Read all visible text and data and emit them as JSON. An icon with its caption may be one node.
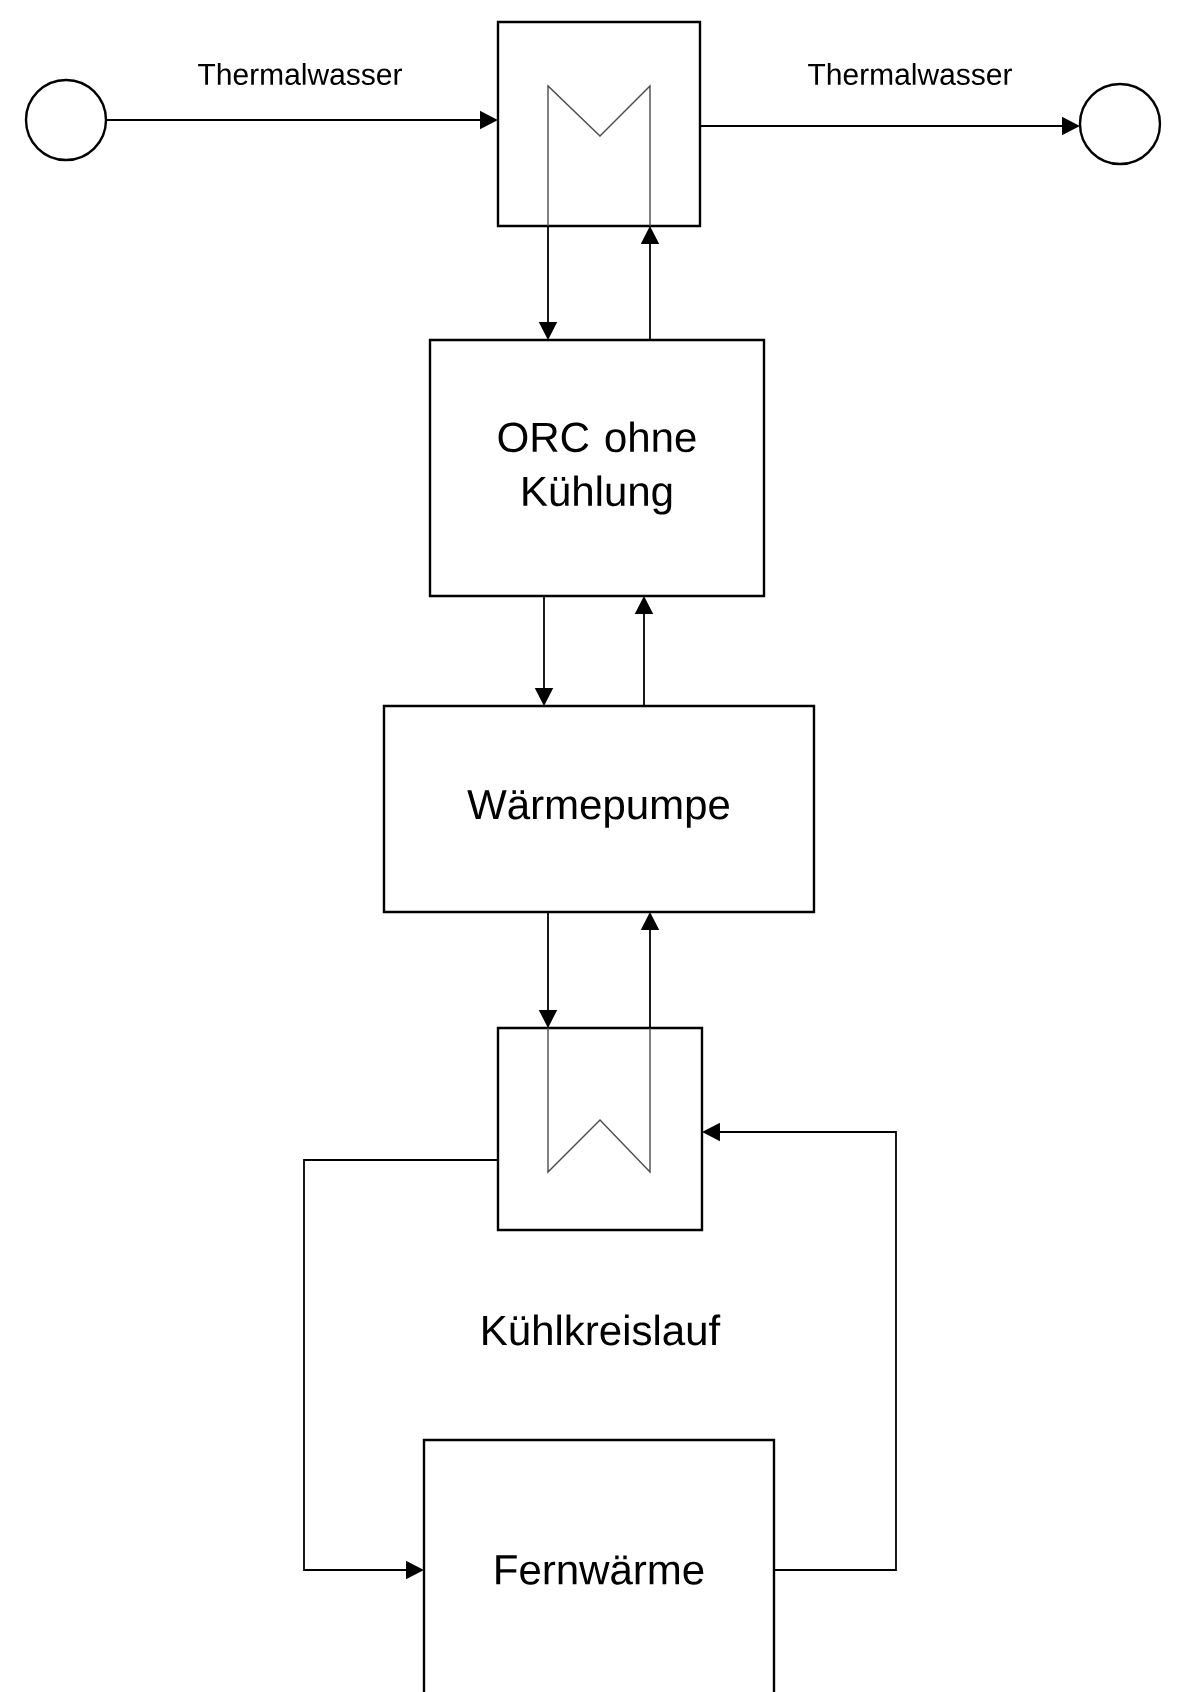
{
  "diagram": {
    "nodes": [
      {
        "text": [],
        "shape": "circle"
      },
      {
        "text": [],
        "shape": "box"
      },
      {
        "text": [],
        "shape": "circle"
      },
      {
        "text": [
          "ORC ohne Kühlung"
        ]
      },
      {
        "text": [
          "Wärmepumpe"
        ]
      },
      {
        "text": [],
        "shape": "box"
      },
      {
        "text": [
          "Fernwärme"
        ]
      }
    ],
    "edges": [
      {
        "from": 0,
        "to": 1,
        "arrow": "to",
        "label": "Thermalwasser"
      },
      {
        "from": 1,
        "to": 2,
        "arrow": "to",
        "label": "Thermalwasser"
      },
      {
        "from": 1,
        "to": 3,
        "arrow": "to"
      },
      {
        "from": 3,
        "to": 1,
        "arrow": "to"
      },
      {
        "from": 3,
        "to": 4,
        "arrow": "to"
      },
      {
        "from": 4,
        "to": 3,
        "arrow": "to"
      },
      {
        "from": 4,
        "to": 5,
        "arrow": "to"
      },
      {
        "from": 5,
        "to": 4,
        "arrow": "to"
      },
      {
        "from": 5,
        "to": 6,
        "arrow": "to"
      },
      {
        "from": 6,
        "to": 5,
        "arrow": "to"
      }
    ],
    "labels": [
      "Kühlkreislauf"
    ]
  }
}
